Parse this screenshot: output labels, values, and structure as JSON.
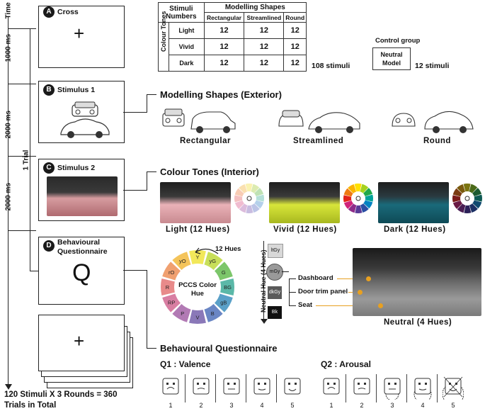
{
  "timeline": {
    "time_label": "Time",
    "durations": [
      "1000 ms",
      "2000 ms",
      "2000 ms"
    ],
    "trial_label": "1 Trial",
    "summary_line1": "120 Stimuli X 3 Rounds = 360",
    "summary_line2": "Trials in Total"
  },
  "frames": {
    "a": {
      "badge": "A",
      "title": "Cross",
      "glyph": "+"
    },
    "b": {
      "badge": "B",
      "title": "Stimulus 1"
    },
    "c": {
      "badge": "C",
      "title": "Stimulus 2"
    },
    "d": {
      "badge": "D",
      "title_line1": "Behavioural",
      "title_line2": "Questionnaire",
      "glyph": "Q"
    },
    "stack": {
      "glyph": "+"
    }
  },
  "table": {
    "corner_line1": "Stimuli",
    "corner_line2": "Numbers",
    "group_header": "Modelling Shapes",
    "columns": [
      "Rectangular",
      "Streamlined",
      "Round"
    ],
    "row_group": "Colour Tones",
    "rows": [
      {
        "label": "Light",
        "values": [
          "12",
          "12",
          "12"
        ]
      },
      {
        "label": "Vivid",
        "values": [
          "12",
          "12",
          "12"
        ]
      },
      {
        "label": "Dark",
        "values": [
          "12",
          "12",
          "12"
        ]
      }
    ],
    "total": "108 stimuli"
  },
  "control": {
    "title": "Control group",
    "box_line1": "Neutral",
    "box_line2": "Model",
    "count": "12 stimuli"
  },
  "shapes": {
    "heading": "Modelling Shapes (Exterior)",
    "labels": [
      "Rectangular",
      "Streamlined",
      "Round"
    ]
  },
  "tones": {
    "heading": "Colour Tones (Interior)",
    "labels": [
      "Light (12 Hues)",
      "Vivid (12 Hues)",
      "Dark (12 Hues)"
    ]
  },
  "hue": {
    "arrow_label": "12 Hues",
    "center_line1": "PCCS Color",
    "center_line2": "Hue",
    "segments": [
      "Y",
      "yG",
      "G",
      "BG",
      "gB",
      "B",
      "V",
      "P",
      "RP",
      "R",
      "rO",
      "yO"
    ],
    "neutral_axis": "Neutral Hue (4 Hues)",
    "neutral_levels": [
      "ltGy",
      "mGy",
      "dkGy",
      "Bk"
    ],
    "parts": [
      "Dashboard",
      "Door trim panel",
      "Seat"
    ],
    "neutral_caption": "Neutral (4 Hues)"
  },
  "questionnaire": {
    "heading": "Behavioural Questionnaire",
    "q1": "Q1 : Valence",
    "q2": "Q2 : Arousal",
    "scale": [
      "1",
      "2",
      "3",
      "4",
      "5"
    ]
  },
  "colors": {
    "wheel": [
      "#f2e85a",
      "#c8df5a",
      "#7cc66a",
      "#5bb8a8",
      "#5aa0c8",
      "#6a86c4",
      "#8a78b8",
      "#b27ab4",
      "#d87ea2",
      "#e88a8a",
      "#f0a070",
      "#f4c45a"
    ],
    "vivid_wheel": [
      "#ffe100",
      "#a6d21e",
      "#1fa84a",
      "#00a29a",
      "#0082c2",
      "#2a4ea4",
      "#5a3a96",
      "#8e2c8a",
      "#d0237a",
      "#e2231a",
      "#ee7a12",
      "#fbb400"
    ],
    "light_wheel": [
      "#faf2b0",
      "#dcebb0",
      "#bfe2b4",
      "#b4e0d8",
      "#b4d0ea",
      "#bcc4e6",
      "#c8bce0",
      "#dcbcdc",
      "#f0bcd0",
      "#f4c0c0",
      "#f8ccb4",
      "#fae0b0"
    ],
    "dark_wheel": [
      "#7a7410",
      "#4a6a18",
      "#1c5a30",
      "#0e5a54",
      "#104a70",
      "#1c3064",
      "#2c2058",
      "#4a1e54",
      "#6a1a44",
      "#7a1a18",
      "#7a3a10",
      "#7a5a0e"
    ]
  }
}
